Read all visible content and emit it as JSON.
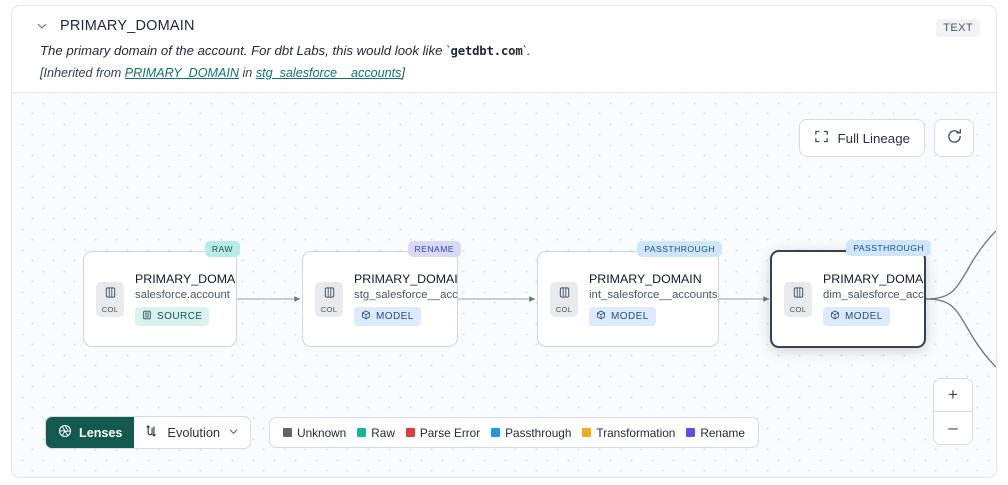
{
  "header": {
    "collapse_icon": "chevron-down-icon",
    "title": "PRIMARY_DOMAIN",
    "type_badge": "TEXT",
    "description_pre": "The primary domain of the account. For dbt Labs, this would look like `",
    "description_code": "getdbt.com",
    "description_post": "`.",
    "inherit_pre": "[Inherited from ",
    "inherit_link_column": "PRIMARY_DOMAIN",
    "inherit_mid": " in ",
    "inherit_link_model": "stg_salesforce__accounts",
    "inherit_post": "]"
  },
  "toolbar": {
    "full_lineage_label": "Full Lineage",
    "full_lineage_icon": "expand-icon",
    "refresh_icon": "refresh-icon"
  },
  "graph": {
    "nodes": [
      {
        "badge": "RAW",
        "badge_style": "badge-raw",
        "col_label": "COL",
        "name": "PRIMARY_DOMAIN__C",
        "source": "salesforce.account",
        "kind": "SOURCE",
        "kind_style": "kind-source",
        "kind_icon": "database-icon",
        "selected": false
      },
      {
        "badge": "RENAME",
        "badge_style": "badge-rename",
        "col_label": "COL",
        "name": "PRIMARY_DOMAIN",
        "source": "stg_salesforce__accounts",
        "kind": "MODEL",
        "kind_style": "kind-model",
        "kind_icon": "cube-icon",
        "selected": false
      },
      {
        "badge": "PASSTHROUGH",
        "badge_style": "badge-passthrough",
        "col_label": "COL",
        "name": "PRIMARY_DOMAIN",
        "source": "int_salesforce__accounts_joined",
        "kind": "MODEL",
        "kind_style": "kind-model",
        "kind_icon": "cube-icon",
        "selected": false
      },
      {
        "badge": "PASSTHROUGH",
        "badge_style": "badge-passthrough",
        "col_label": "COL",
        "name": "PRIMARY_DOMAIN",
        "source": "dim_salesforce_accounts",
        "kind": "MODEL",
        "kind_style": "kind-model",
        "kind_icon": "cube-icon",
        "selected": true
      }
    ]
  },
  "zoom_controls": {
    "zoom_in_label": "+",
    "zoom_out_label": "–"
  },
  "bottom": {
    "lenses_label": "Lenses",
    "lenses_icon": "aperture-icon",
    "evolution_label": "Evolution",
    "evolution_icon": "flow-arrow-icon",
    "evolution_chevron": "chevron-down-icon",
    "legend": [
      {
        "label": "Unknown",
        "color": "#5b6470"
      },
      {
        "label": "Raw",
        "color": "#14b79a"
      },
      {
        "label": "Parse Error",
        "color": "#e03b40"
      },
      {
        "label": "Passthrough",
        "color": "#1a9ae0"
      },
      {
        "label": "Transformation",
        "color": "#f0ad1b"
      },
      {
        "label": "Rename",
        "color": "#5b52e8"
      }
    ]
  }
}
